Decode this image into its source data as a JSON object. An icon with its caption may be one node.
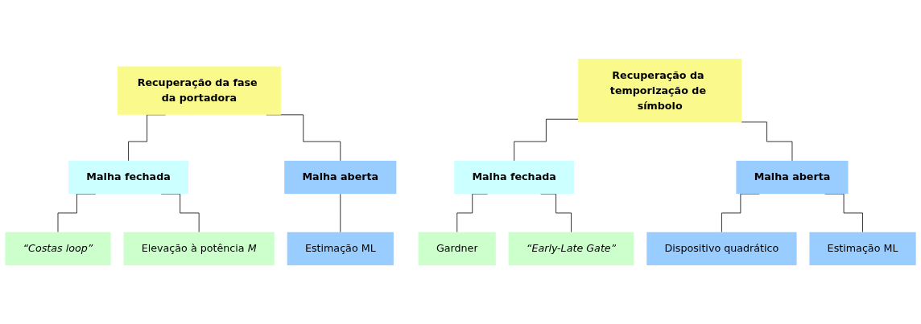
{
  "diagram": {
    "nodes": [
      {
        "text": [
          "Recuperação da fase da portadora"
        ]
      },
      {
        "text": [
          "Malha fechada"
        ]
      },
      {
        "text": [
          "Malha aberta"
        ]
      },
      {
        "text": [
          "“Costas loop”"
        ]
      },
      {
        "text": [
          "Elevação à potência *M*"
        ]
      },
      {
        "text": [
          "Estimação ML"
        ]
      },
      {
        "text": [
          "Recuperação da temporização de símbolo"
        ]
      },
      {
        "text": [
          "Malha fechada"
        ]
      },
      {
        "text": [
          "Malha aberta"
        ]
      },
      {
        "text": [
          "Gardner"
        ]
      },
      {
        "text": [
          "“Early-Late Gate”"
        ]
      },
      {
        "text": [
          "Dispositivo quadrático"
        ]
      },
      {
        "text": [
          "Estimação ML"
        ]
      }
    ],
    "edges": [
      {
        "from": 0,
        "to": 1,
        "arrow": "none"
      },
      {
        "from": 0,
        "to": 2,
        "arrow": "none"
      },
      {
        "from": 1,
        "to": 3,
        "arrow": "none"
      },
      {
        "from": 1,
        "to": 4,
        "arrow": "none"
      },
      {
        "from": 2,
        "to": 5,
        "arrow": "none"
      },
      {
        "from": 6,
        "to": 7,
        "arrow": "none"
      },
      {
        "from": 6,
        "to": 8,
        "arrow": "none"
      },
      {
        "from": 7,
        "to": 9,
        "arrow": "none"
      },
      {
        "from": 7,
        "to": 10,
        "arrow": "none"
      },
      {
        "from": 8,
        "to": 11,
        "arrow": "none"
      },
      {
        "from": 8,
        "to": 12,
        "arrow": "none"
      }
    ]
  }
}
